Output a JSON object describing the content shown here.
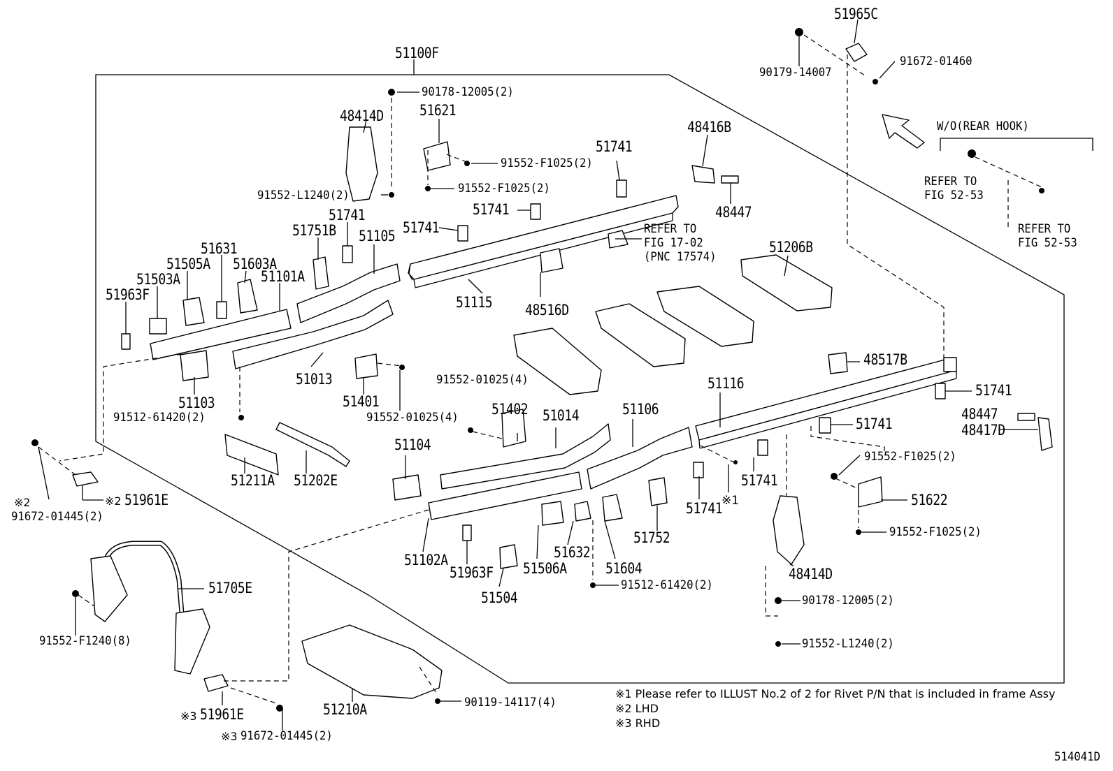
{
  "colors": {
    "ink": "#000000",
    "paper": "#ffffff"
  },
  "group_labels": {
    "wo_rear_hook": "W/O(REAR HOOK)",
    "refer_fig_52_53_a": [
      "REFER TO",
      "FIG 52-53"
    ],
    "refer_fig_52_53_b": [
      "REFER TO",
      "FIG 52-53"
    ],
    "refer_fig_17_02": [
      "REFER TO",
      "FIG 17-02",
      "(PNC 17574)"
    ]
  },
  "parts": {
    "p51100F": "51100F",
    "p51965C": "51965C",
    "p90179_14007": "90179-14007",
    "p91672_01460": "91672-01460",
    "p90178_12005_a": "90178-12005(2)",
    "p48414D_a": "48414D",
    "p51621": "51621",
    "p91552_F1025_a": "91552-F1025(2)",
    "p91552_F1025_b": "91552-F1025(2)",
    "p91552_L1240_a": "91552-L1240(2)",
    "p51741_a": "51741",
    "p51741_b": "51741",
    "p51741_c": "51741",
    "p51741_d": "51741",
    "p48416B": "48416B",
    "p48447_a": "48447",
    "p51751B": "51751B",
    "p51105": "51105",
    "p51631": "51631",
    "p51505A": "51505A",
    "p51603A": "51603A",
    "p51503A": "51503A",
    "p51101A": "51101A",
    "p51963F_a": "51963F",
    "p51115": "51115",
    "p48516D": "48516D",
    "p51206B": "51206B",
    "p51013": "51013",
    "p51103": "51103",
    "p51401": "51401",
    "p91552_01025_a": "91552-01025(4)",
    "p91552_01025_b": "91552-01025(4)",
    "p91512_61420_a": "91512-61420(2)",
    "p51402": "51402",
    "p51014": "51014",
    "p51106": "51106",
    "p51116": "51116",
    "p48517B": "48517B",
    "p51741_e": "51741",
    "p48447_b": "48447",
    "p48417D": "48417D",
    "p51741_f": "51741",
    "p91552_F1025_c": "91552-F1025(2)",
    "p51622": "51622",
    "p91552_F1025_d": "91552-F1025(2)",
    "p51104": "51104",
    "p51211A": "51211A",
    "p51202E": "51202E",
    "p51741_g": "51741",
    "p51741_h": "51741",
    "p51102A": "51102A",
    "p51963F_b": "51963F",
    "p51506A": "51506A",
    "p51632": "51632",
    "p51604": "51604",
    "p51752": "51752",
    "p51504": "51504",
    "p91512_61420_b": "91512-61420(2)",
    "p48414D_b": "48414D",
    "p90178_12005_b": "90178-12005(2)",
    "p91552_L1240_b": "91552-L1240(2)",
    "p51961E_a": "51961E",
    "p91672_01445_a": "91672-01445(2)",
    "p51705E": "51705E",
    "p91552_F1240": "91552-F1240(8)",
    "p51210A": "51210A",
    "p90119_14117": "90119-14117(4)",
    "p51961E_b": "51961E",
    "p91672_01445_b": "91672-01445(2)"
  },
  "marks": {
    "m1": "※1",
    "m2_a": "※2",
    "m2_b": "※2",
    "m3_a": "※3",
    "m3_b": "※3"
  },
  "notes": [
    "※1  Please refer to ILLUST No.2 of 2 for Rivet P/N that is included in frame Assy",
    "※2  LHD",
    "※3  RHD"
  ],
  "figure_code": "514041D"
}
